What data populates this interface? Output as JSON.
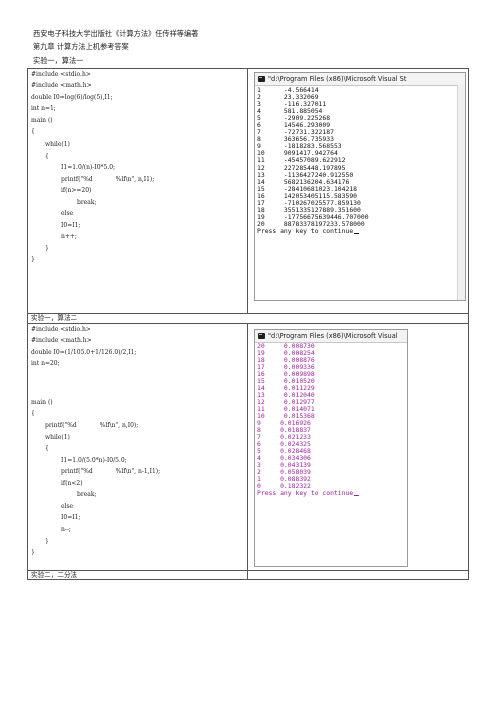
{
  "header": {
    "line1": "西安电子科技大学出版社《计算方法》任传祥等编著",
    "line2": "第九章 计算方法上机参考答案"
  },
  "sections": {
    "s1": "实验一，算法一",
    "s2": "实验一，算法二",
    "s3": "实验二，二分法"
  },
  "code1": [
    "#include <stdio.h>",
    "#include <math.h>",
    "double I0=log(6)/log(5),I1;",
    "int n=1;",
    "main ()",
    "{",
    "while(1)",
    "{",
    "I1=1.0/(n)-I0*5.0;",
    "printf(\"%d            %lf\\n\", n,I1);",
    "if(n>=20)",
    "break;",
    "else",
    "I0=I1;",
    "n++;",
    "}",
    "}"
  ],
  "code2": [
    "#include <stdio.h>",
    "#include <math.h>",
    "double I0=(1/105.0+1/126.0)/2,I1;",
    "int n=20;",
    "",
    "",
    "main ()",
    "{",
    "printf(\"%d            %lf\\n\", n,I0);",
    "while(1)",
    "{",
    "I1=1.0/(5.0*n)-I0/5.0;",
    "printf(\"%d            %lf\\n\", n-1,I1);",
    "if(n<2)",
    "break;",
    "else",
    "I0=I1;",
    "n--;",
    "}",
    "}"
  ],
  "console1": {
    "title": "\"d:\\Program Files (x86)\\Microsoft Visual St",
    "lines": [
      "1      -4.566414",
      "2      23.332069",
      "3      -116.327011",
      "4      581.885054",
      "5      -2909.225268",
      "6      14546.293009",
      "7      -72731.322187",
      "8      363656.735933",
      "9      -1818283.568553",
      "10     9091417.942764",
      "11     -45457089.622912",
      "12     227285448.197895",
      "13     -1136427240.912550",
      "14     5682136204.634176",
      "15     -28410681023.104218",
      "16     142053405115.583590",
      "17     -710267025577.859130",
      "18     3551335127889.351600",
      "19     -17756675639446.707000",
      "20     88783378197233.578000",
      "Press any key to continue"
    ]
  },
  "console2": {
    "title": "\"d:\\Program Files (x86)\\Microsoft Visual",
    "lines": [
      "20     0.008730",
      "19     0.008254",
      "18     0.008876",
      "17     0.009336",
      "16     0.009898",
      "15     0.010520",
      "14     0.011229",
      "13     0.012040",
      "12     0.012977",
      "11     0.014071",
      "10     0.015368",
      "9     0.016926",
      "8     0.018837",
      "7     0.021233",
      "6     0.024325",
      "5     0.028468",
      "4     0.034306",
      "3     0.043139",
      "2     0.058039",
      "1     0.088392",
      "0     0.182322",
      "Press any key to continue"
    ]
  },
  "colors": {
    "console1_text": "#111111",
    "console2_text": "#a020a0"
  }
}
